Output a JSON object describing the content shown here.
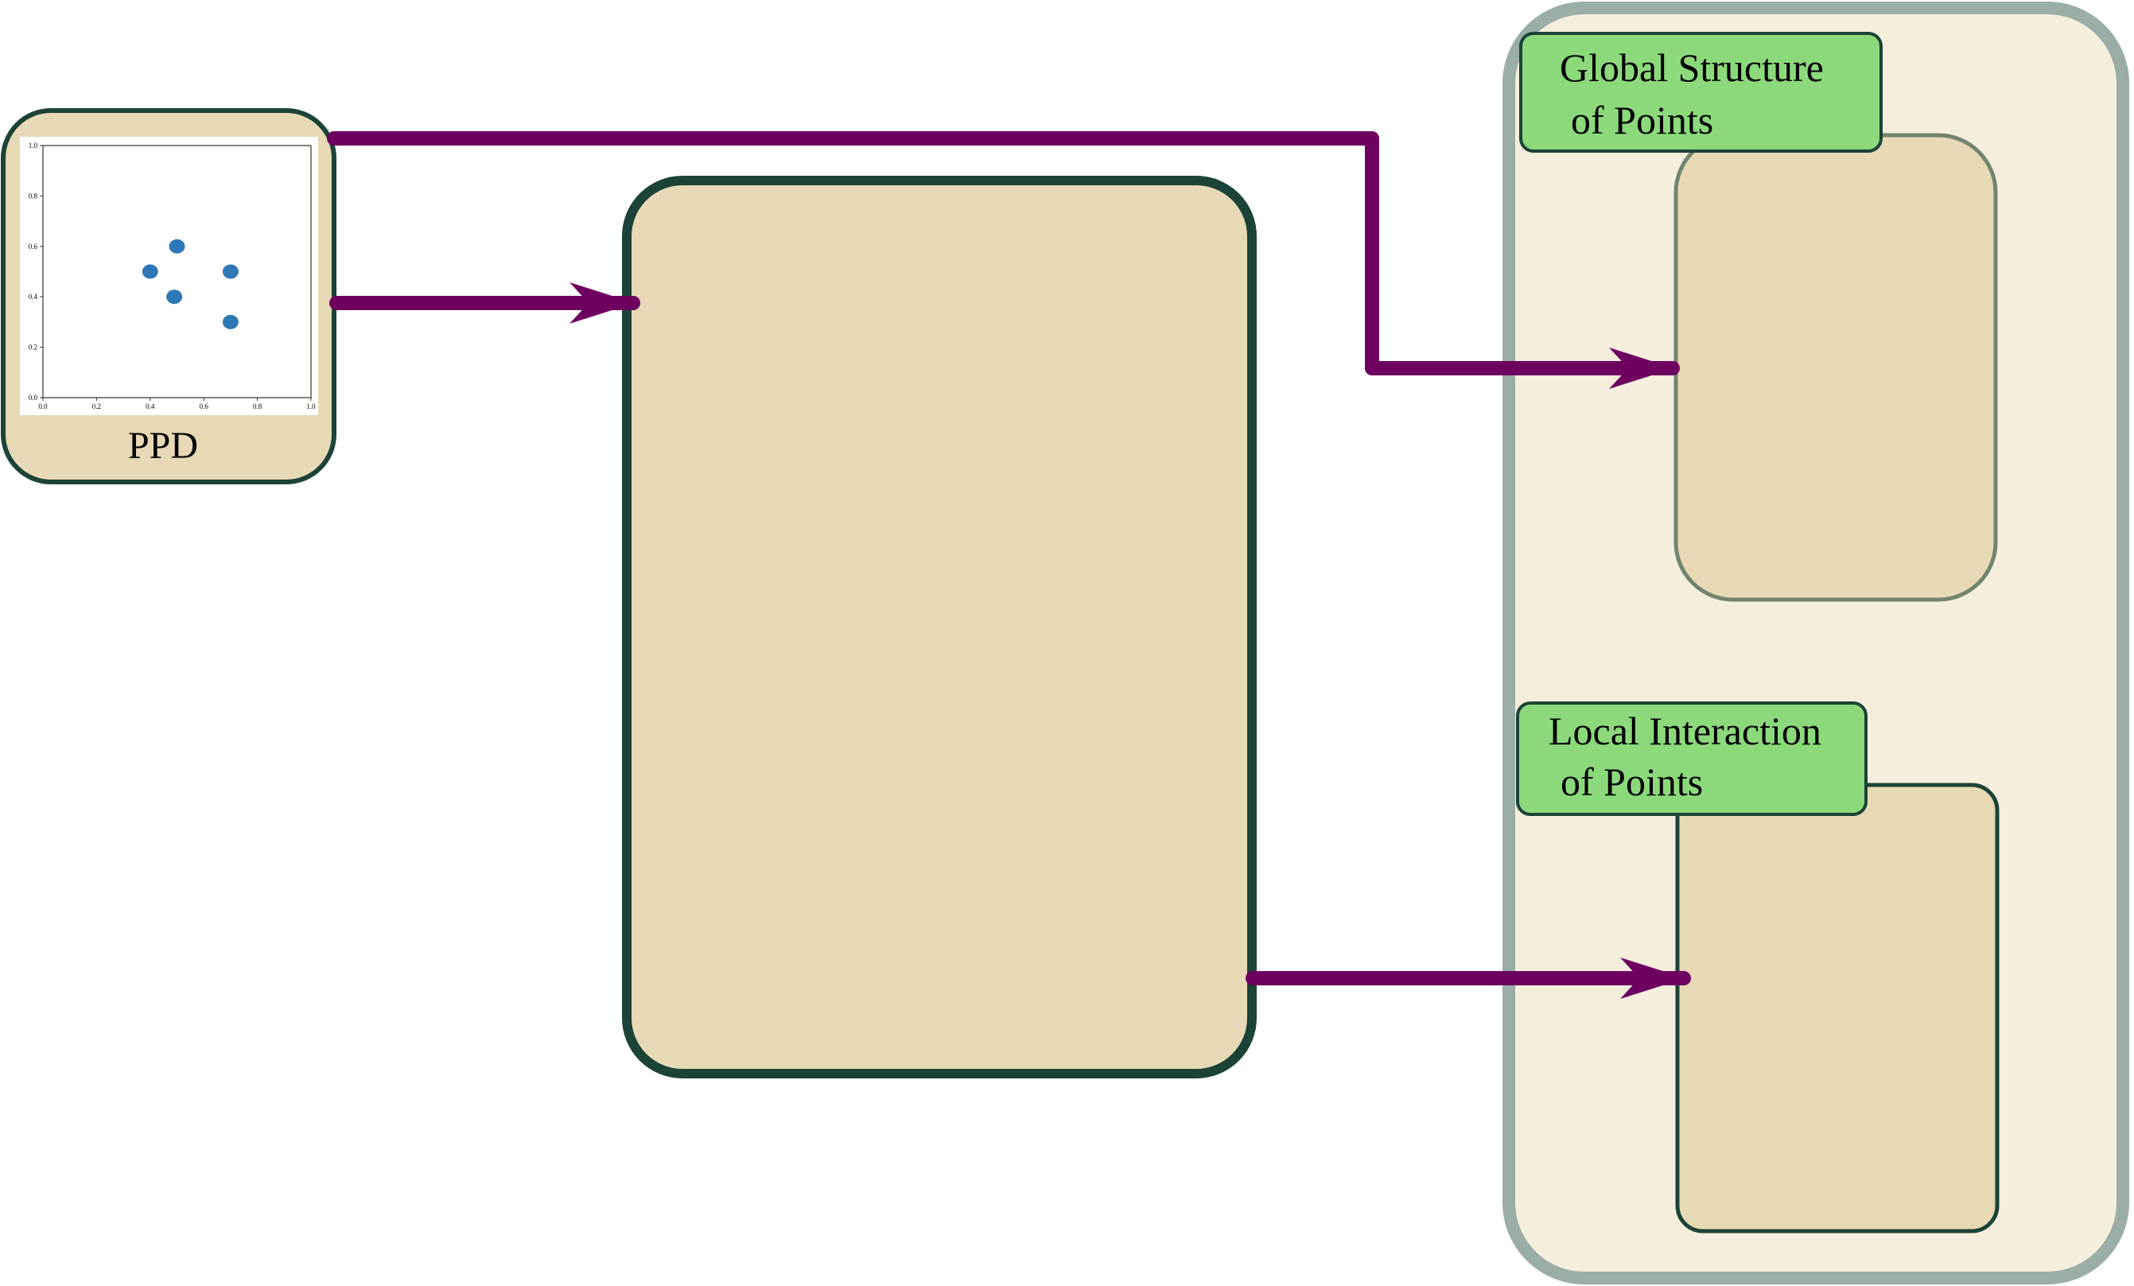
{
  "colors": {
    "panel_fill": "#e7d9b5",
    "panel_border": "#1b4337",
    "outer_fill": "#f5eedd",
    "outer_border": "#9aada7",
    "gray_border": "#718470",
    "label_fill": "#8cd97c",
    "arrow": "#6e0060",
    "point": "#2f78b6"
  },
  "ppd": {
    "label": "PPD",
    "plot": {
      "type": "scatter",
      "x": [
        0.4,
        0.5,
        0.49,
        0.7,
        0.7
      ],
      "y": [
        0.5,
        0.6,
        0.4,
        0.5,
        0.3
      ],
      "xlim": [
        0.0,
        1.0
      ],
      "ylim": [
        0.0,
        1.0
      ],
      "xticks": [
        "0.0",
        "0.2",
        "0.4",
        "0.6",
        "0.8",
        "1.0"
      ],
      "yticks": [
        "0.0",
        "0.2",
        "0.4",
        "0.6",
        "0.8",
        "1.0"
      ],
      "grid": false
    }
  },
  "global_label": {
    "line1": "Global Structure",
    "line2": "of Points"
  },
  "local_label": {
    "line1": "Local Interaction",
    "line2": "of Points"
  }
}
